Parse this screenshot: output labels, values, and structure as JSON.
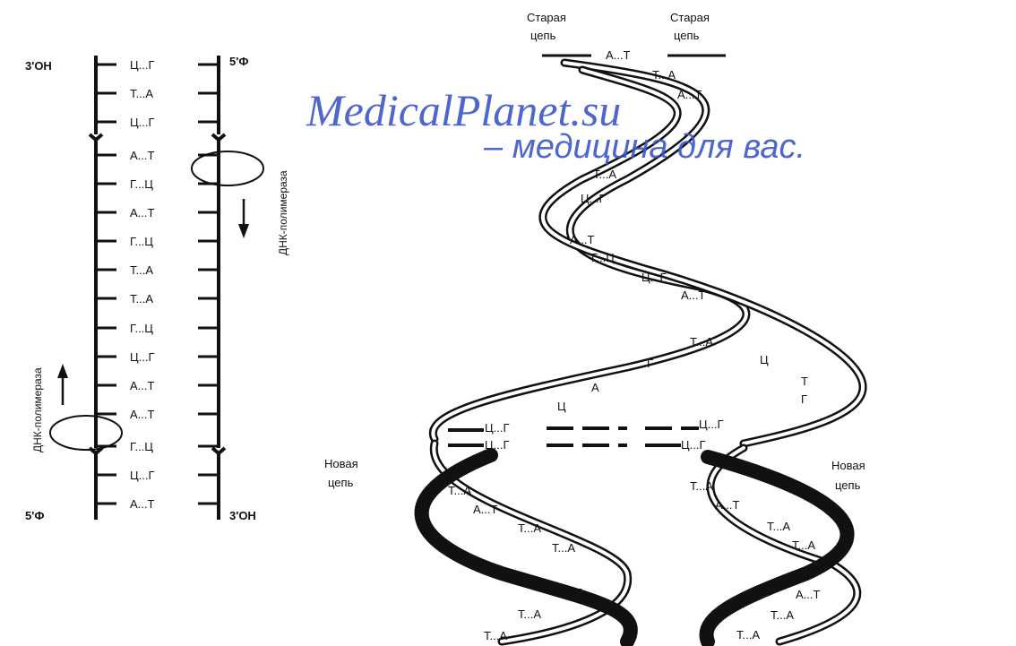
{
  "left_diagram": {
    "top_left_end": "3'OH",
    "top_right_end": "5'Ф",
    "bottom_left_end": "5'Ф",
    "bottom_right_end": "3'OH",
    "pairs": [
      "Ц...Г",
      "Т...А",
      "Ц...Г",
      "А...Т",
      "Г...Ц",
      "А...Т",
      "Г...Ц",
      "Т...А",
      "Т...А",
      "Г...Ц",
      "Ц...Г",
      "А...Т",
      "А...Т",
      "Г...Ц",
      "Ц...Г",
      "А...Т"
    ],
    "polymerase_right_label": "ДНК-полимераза",
    "polymerase_left_label": "ДНК-полимераза"
  },
  "right_diagram": {
    "old_chain_left": [
      "Старая",
      "цепь"
    ],
    "old_chain_right": [
      "Старая",
      "цепь"
    ],
    "new_chain_left": [
      "Новая",
      "цепь"
    ],
    "new_chain_right": [
      "Новая",
      "цепь"
    ],
    "helix_pairs": [
      "А...Т",
      "Т...А",
      "А...Т",
      "Т...А",
      "Ц...Г",
      "А...Т",
      "Г...Ц",
      "Ц...Г",
      "А...Т",
      "Т...А"
    ],
    "single_bases": [
      "Г",
      "Ц",
      "А",
      "Ц",
      "Т",
      "Г"
    ],
    "fork_pairs": [
      "Ц...Г",
      "Ц...Г",
      "Ц...Г",
      "Ц...Г"
    ],
    "left_daughter_pairs": [
      "Т...А",
      "А...Т",
      "Т...А",
      "Т...А",
      "А...Т",
      "Т...А",
      "Т...А"
    ],
    "right_daughter_pairs": [
      "Т...А",
      "А...Т",
      "Т...А",
      "Т...А",
      "А...Т",
      "Т...А",
      "Т...А"
    ]
  },
  "watermark": {
    "line1": "MedicalPlanet.su",
    "line2": "– медицина для вас."
  },
  "colors": {
    "ink": "#111111",
    "watermark": "#3c56c8"
  }
}
